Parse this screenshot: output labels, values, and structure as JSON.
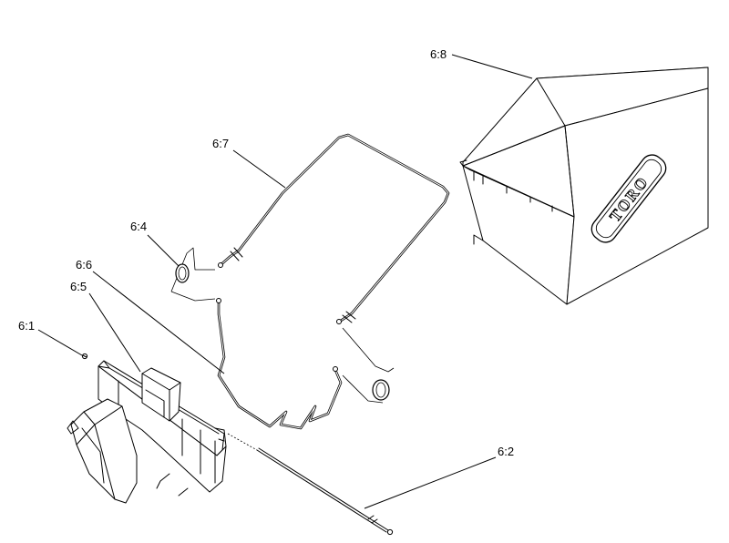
{
  "callouts": {
    "p61": "6:1",
    "p62": "6:2",
    "p64": "6:4",
    "p65": "6:5",
    "p66": "6:6",
    "p67": "6:7",
    "p68": "6:8"
  },
  "logo": {
    "text": "TORO"
  }
}
